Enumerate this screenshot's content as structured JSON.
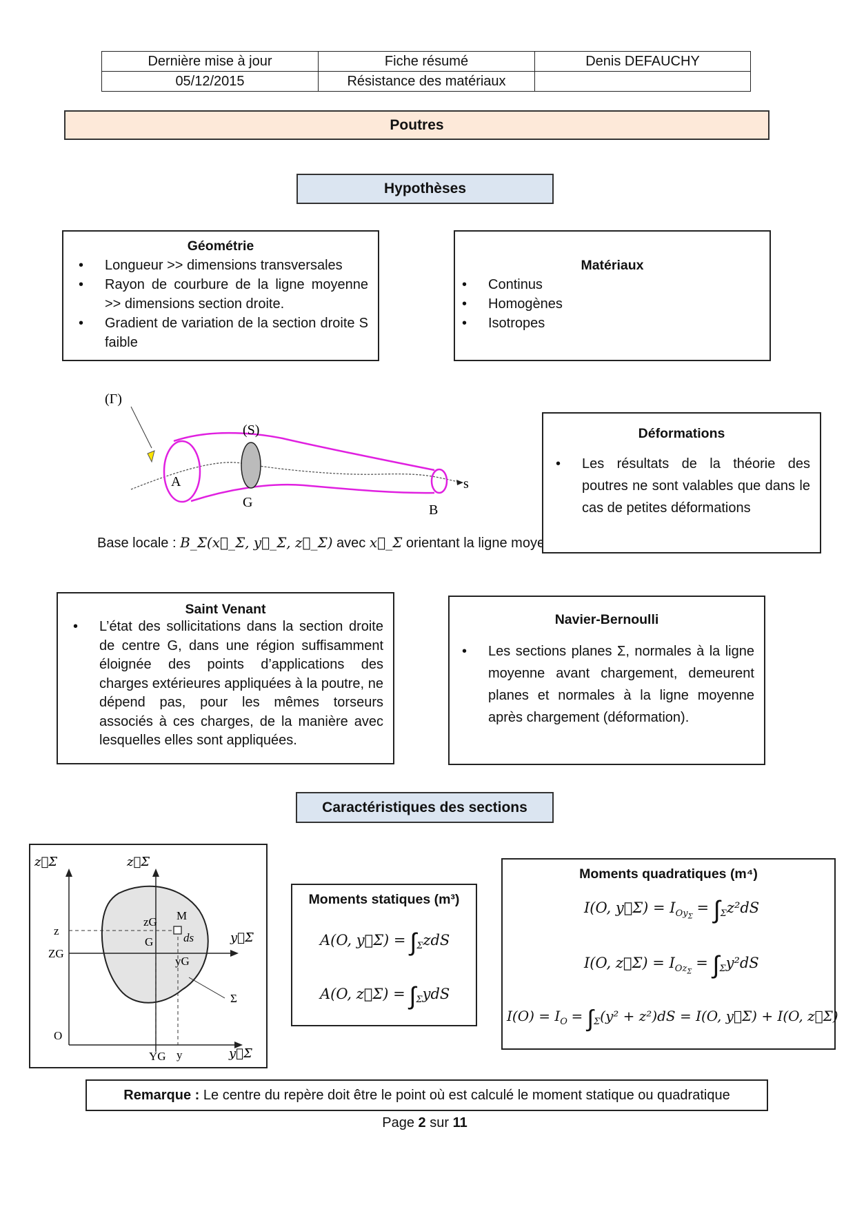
{
  "header": {
    "row1": [
      "Dernière mise à jour",
      "Fiche résumé",
      "Denis DEFAUCHY"
    ],
    "row2": [
      "05/12/2015",
      "Résistance des matériaux",
      ""
    ]
  },
  "main_title": "Poutres",
  "section_hypotheses": "Hypothèses",
  "geometrie": {
    "title": "Géométrie",
    "items": [
      "Longueur >> dimensions transversales",
      "Rayon de courbure de la ligne moyenne >> dimensions section droite.",
      "Gradient de variation de la section droite S faible"
    ]
  },
  "materiaux": {
    "title": "Matériaux",
    "items": [
      "Continus",
      "Homogènes",
      "Isotropes"
    ]
  },
  "beam_figure": {
    "gamma": "(Γ)",
    "s_label": "(S)",
    "A": "A",
    "G": "G",
    "B": "B",
    "s": "s"
  },
  "base_locale": {
    "prefix": "Base locale : ",
    "formula": "B_Σ(x⃗_Σ, y⃗_Σ, z⃗_Σ)",
    "middle": " avec ",
    "vector": "x⃗_Σ",
    "suffix": " orientant la ligne moyenne"
  },
  "deformations": {
    "title": "Déformations",
    "items": [
      "Les résultats de la théorie des poutres ne sont valables que dans le cas de petites déformations"
    ]
  },
  "saint_venant": {
    "title": "Saint Venant",
    "items": [
      "L’état des sollicitations dans la section droite de centre G, dans une région suffisamment éloignée des points d’applications des charges extérieures appliquées à la poutre, ne dépend pas, pour les mêmes torseurs associés à ces charges,  de la manière avec lesquelles elles sont appliquées."
    ]
  },
  "navier": {
    "title": "Navier-Bernoulli",
    "items": [
      "Les sections planes Σ, normales à la ligne moyenne avant chargement, demeurent planes et normales à la ligne moyenne après chargement (déformation)."
    ]
  },
  "section_caracteristiques": "Caractéristiques des sections",
  "section_figure": {
    "zS_left": "z⃗Σ",
    "zS_mid": "z⃗Σ",
    "yS_right": "y⃗Σ",
    "yS_bottom": "y⃗Σ",
    "z": "z",
    "zG": "ZG",
    "O": "O",
    "YG": "YG",
    "y": "y",
    "zG_inner": "zG",
    "M": "M",
    "ds": "ds",
    "G": "G",
    "yG_inner": "yG",
    "Sigma": "Σ"
  },
  "moments_statiques": {
    "title": "Moments statiques (m³)",
    "f1_lhs": "A(O, y⃗Σ) =",
    "f1_int": "∫",
    "f1_sub": "Σ",
    "f1_rhs": "zdS",
    "f2_lhs": "A(O, z⃗Σ) =",
    "f2_int": "∫",
    "f2_sub": "Σ",
    "f2_rhs": "ydS"
  },
  "moments_quadratiques": {
    "title": "Moments quadratiques (m⁴)",
    "f1_lhs": "I(O, y⃗Σ) = I",
    "f1_sub": "Oy",
    "f1_subsub": "Σ",
    "f1_int": "∫",
    "f1_isub": "Σ",
    "f1_rhs": "z²dS",
    "f2_lhs": "I(O, z⃗Σ) = I",
    "f2_sub": "Oz",
    "f2_subsub": "Σ",
    "f2_int": "∫",
    "f2_isub": "Σ",
    "f2_rhs": "y²dS",
    "f3_lhs": "I(O) = I",
    "f3_sub": "O",
    "f3_int": "∫",
    "f3_isub": "Σ",
    "f3_rhs": "(y² + z²)dS = I(O, y⃗Σ) + I(O, z⃗Σ)"
  },
  "remarque": {
    "label": "Remarque :",
    "text": " Le centre du repère doit être le point où est calculé le moment statique ou quadratique"
  },
  "footer": {
    "page": "Page ",
    "current": "2",
    "sur": " sur ",
    "total": "11"
  },
  "colors": {
    "title_bg": "#fde9d9",
    "section_bg": "#dbe5f1",
    "beam": "#e020e0",
    "section_fill": "#e4e4e4"
  }
}
